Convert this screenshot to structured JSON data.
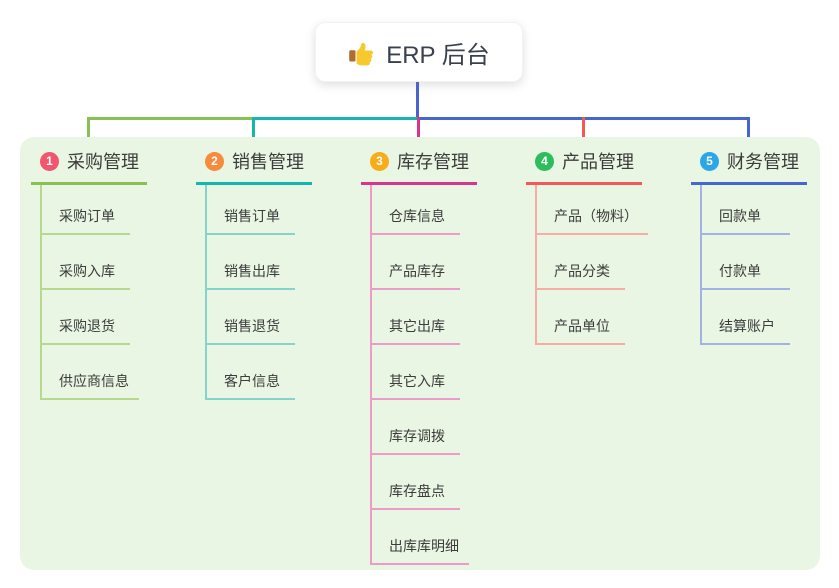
{
  "root": {
    "title": "ERP 后台",
    "icon": "thumbs-up-icon",
    "connector_color": "#4b63d0"
  },
  "panel": {
    "background": "#e9f6e3"
  },
  "branches": [
    {
      "number": "1",
      "title": "采购管理",
      "badge_color": "#f2566f",
      "line_color": "#89c053",
      "child_line_color": "#b6d98f",
      "children": [
        "采购订单",
        "采购入库",
        "采购退货",
        "供应商信息"
      ]
    },
    {
      "number": "2",
      "title": "销售管理",
      "badge_color": "#f68b3d",
      "line_color": "#13b7af",
      "child_line_color": "#84d4cb",
      "children": [
        "销售订单",
        "销售出库",
        "销售退货",
        "客户信息"
      ]
    },
    {
      "number": "3",
      "title": "库存管理",
      "badge_color": "#f8ad18",
      "line_color": "#d8368e",
      "child_line_color": "#eb9dc7",
      "children": [
        "仓库信息",
        "产品库存",
        "其它出库",
        "其它入库",
        "库存调拨",
        "库存盘点",
        "出库库明细"
      ]
    },
    {
      "number": "4",
      "title": "产品管理",
      "badge_color": "#2cbd5d",
      "line_color": "#f45a55",
      "child_line_color": "#f7aca6",
      "children": [
        "产品（物料）",
        "产品分类",
        "产品单位"
      ]
    },
    {
      "number": "5",
      "title": "财务管理",
      "badge_color": "#2ba6e6",
      "line_color": "#4466cf",
      "child_line_color": "#a2b2e2",
      "children": [
        "回款单",
        "付款单",
        "结算账户"
      ]
    }
  ]
}
